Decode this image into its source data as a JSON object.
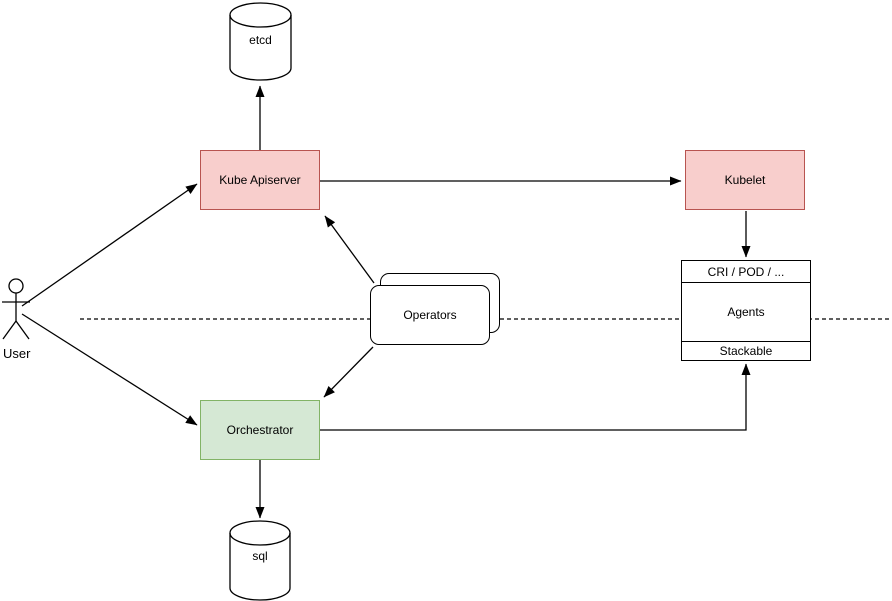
{
  "diagram": {
    "background": "#ffffff",
    "separator": {
      "style": "dashed",
      "orientation": "horizontal",
      "color": "#000000"
    },
    "colors": {
      "red_fill": "#f8cecc",
      "red_stroke": "#b85450",
      "green_fill": "#d5e8d4",
      "green_stroke": "#82b366",
      "line": "#000000"
    },
    "nodes": {
      "user": {
        "label": "User",
        "shape": "actor"
      },
      "etcd": {
        "label": "etcd",
        "shape": "cylinder"
      },
      "kube_apiserver": {
        "label": "Kube Apiserver",
        "shape": "rect",
        "fill": "#f8cecc",
        "stroke": "#b85450"
      },
      "kubelet": {
        "label": "Kubelet",
        "shape": "rect",
        "fill": "#f8cecc",
        "stroke": "#b85450"
      },
      "operators": {
        "label": "Operators",
        "shape": "stacked-rounded-rect",
        "fill": "#ffffff",
        "stroke": "#000000"
      },
      "orchestrator": {
        "label": "Orchestrator",
        "shape": "rect",
        "fill": "#d5e8d4",
        "stroke": "#82b366"
      },
      "sql": {
        "label": "sql",
        "shape": "cylinder"
      },
      "agent_stack": {
        "shape": "list",
        "rows": [
          "CRI / POD / ...",
          "Agents",
          "Stackable"
        ],
        "fill": "#ffffff",
        "stroke": "#000000"
      }
    },
    "edges": [
      {
        "from": "User",
        "to": "Kube Apiserver",
        "style": "solid-arrow"
      },
      {
        "from": "User",
        "to": "Orchestrator",
        "style": "solid-arrow"
      },
      {
        "from": "Kube Apiserver",
        "to": "etcd",
        "style": "solid-arrow"
      },
      {
        "from": "Kube Apiserver",
        "to": "Kubelet",
        "style": "solid-arrow"
      },
      {
        "from": "Operators",
        "to": "Kube Apiserver",
        "style": "solid-arrow"
      },
      {
        "from": "Operators",
        "to": "Orchestrator",
        "style": "solid-arrow"
      },
      {
        "from": "Kubelet",
        "to": "CRI / POD / ...",
        "style": "solid-arrow"
      },
      {
        "from": "Orchestrator",
        "to": "Stackable",
        "style": "solid-arrow-orthogonal"
      },
      {
        "from": "Orchestrator",
        "to": "sql",
        "style": "solid-arrow"
      }
    ]
  }
}
